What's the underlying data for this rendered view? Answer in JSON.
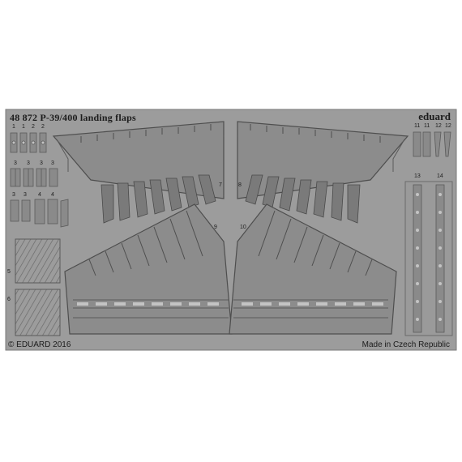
{
  "header": {
    "title": "48 872  P-39/400 landing flaps",
    "brand": "eduard"
  },
  "footer": {
    "copyright": "© EDUARD 2016",
    "origin": "Made in Czech Republic"
  },
  "part_numbers": [
    "1",
    "1",
    "2",
    "2",
    "3",
    "3",
    "3",
    "3",
    "3",
    "3",
    "4",
    "4",
    "5",
    "6",
    "7",
    "8",
    "9",
    "10",
    "11",
    "11",
    "12",
    "12",
    "13",
    "14"
  ],
  "colors": {
    "background": "#ffffff",
    "fret": "#9c9c9c",
    "part": "#8c8c8c",
    "edge": "#5a5a5a",
    "highlight": "#c4c4c4",
    "text": "#1c1c1c"
  }
}
